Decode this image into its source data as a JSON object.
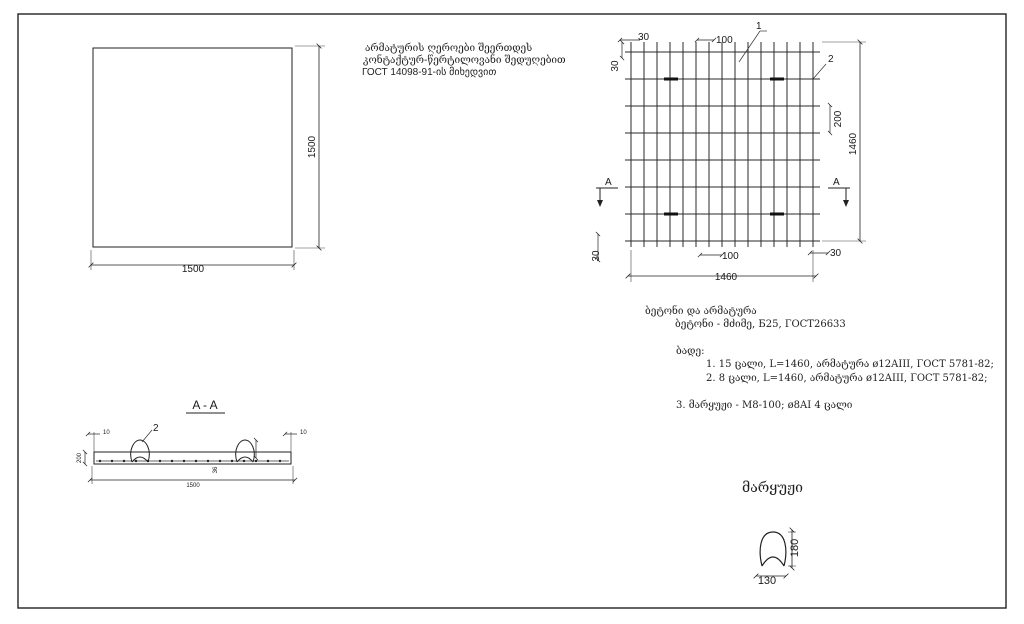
{
  "slab_plan": {
    "dim_width": "1500",
    "dim_height": "1500"
  },
  "joint_note": {
    "line1": "არმატურის ღეროები შეერთდეს",
    "line2": "კონტაქტურ-წერტილოვანი შედუღებით",
    "line3": "ГОСТ 14098-91-ის მიხედვით"
  },
  "mesh": {
    "mark_1": "1",
    "mark_2": "2",
    "dim_30_top": "30",
    "dim_100_top": "100",
    "dim_30_side": "30",
    "dim_200": "200",
    "dim_1460_right": "1460",
    "dim_30_bottom_left": "30",
    "dim_100_bottom": "100",
    "dim_30_bottom_right": "30",
    "dim_1460_bottom": "1460",
    "section_mark": "A"
  },
  "section": {
    "title": "A - A",
    "mark_2": "2",
    "dim_10_left": "10",
    "dim_10_right": "10",
    "dim_200": "200",
    "dim_36": "36",
    "dim_1500": "1500"
  },
  "spec": {
    "heading": "ბეტონი და არმატურა",
    "concrete": "ბეტონი - მძიმე, Б25, ГОСТ26633",
    "mesh_label": "ბადე:",
    "item1": "1. 15 ცალი, L=1460, არმატურა  ø12AIII, ГОСТ 5781-82;",
    "item2": "2. 8 ცალი, L=1460, არმატურა  ø12AIII, ГОСТ 5781-82;",
    "item3": "3.  მარყუჟი - M8-100; ø8AI  4 ცალი"
  },
  "loop": {
    "title": "მარყუჟი",
    "dim_180": "180",
    "dim_130": "130"
  }
}
